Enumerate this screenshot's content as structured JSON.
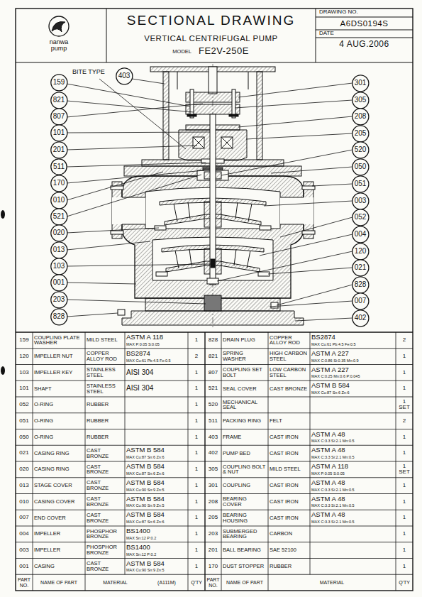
{
  "diagram": {
    "title": "SECTIONAL DRAWING",
    "nodes": [
      {
        "text": [
          "159"
        ]
      },
      {
        "text": [
          "821"
        ]
      },
      {
        "text": [
          "807"
        ]
      },
      {
        "text": [
          "101"
        ]
      },
      {
        "text": [
          "201"
        ]
      },
      {
        "text": [
          "511"
        ]
      },
      {
        "text": [
          "170"
        ]
      },
      {
        "text": [
          "010"
        ]
      },
      {
        "text": [
          "521"
        ]
      },
      {
        "text": [
          "020"
        ]
      },
      {
        "text": [
          "013"
        ]
      },
      {
        "text": [
          "103"
        ]
      },
      {
        "text": [
          "001"
        ]
      },
      {
        "text": [
          "203"
        ]
      },
      {
        "text": [
          "828"
        ]
      },
      {
        "text": [
          "403"
        ]
      },
      {
        "text": [
          "301"
        ]
      },
      {
        "text": [
          "305"
        ]
      },
      {
        "text": [
          "208"
        ]
      },
      {
        "text": [
          "205"
        ]
      },
      {
        "text": [
          "520"
        ]
      },
      {
        "text": [
          "050"
        ]
      },
      {
        "text": [
          "051"
        ]
      },
      {
        "text": [
          "003"
        ]
      },
      {
        "text": [
          "052"
        ]
      },
      {
        "text": [
          "004"
        ]
      },
      {
        "text": [
          "120"
        ]
      },
      {
        "text": [
          "021"
        ]
      },
      {
        "text": [
          "828"
        ]
      },
      {
        "text": [
          "007"
        ]
      },
      {
        "text": [
          "402"
        ]
      }
    ],
    "labels": [
      "nanwa pump",
      "VERTICAL CENTRIFUGAL PUMP",
      "MODEL",
      "FE2V-250E",
      "DRAWING NO.",
      "A6DS0194S",
      "DATE",
      "4 AUG.2006",
      "BITE TYPE",
      "159",
      "COUPLING PLATE WASHER",
      "MILD STEEL",
      "ASTM A 118",
      "MAX P:0.05 S:0.05",
      "1",
      "828",
      "DRAIN PLUG",
      "COPPER ALLOY ROD",
      "BS2874",
      "MAX Cu:61 Pb:4.5 Fe:0.5",
      "2",
      "120",
      "IMPELLER NUT",
      "COPPER ALLOY ROD",
      "BS2874",
      "MAX Cu:61 Pb:4.5 Fe:0.5",
      "2",
      "821",
      "SPRING WASHER",
      "HIGH CARBON STEEL",
      "ASTM A 227",
      "MAX C:0.86 Si:0.35 Mn:0.9",
      "1",
      "103",
      "IMPELLER KEY",
      "STAINLESS STEEL",
      "AISI 304",
      "1",
      "807",
      "COUPLING SET BOLT",
      "LOW CARBON STEEL",
      "ASTM A 227",
      "MAX C:0.25 Mn:0.6 P:0.045",
      "1",
      "101",
      "SHAFT",
      "STAINLESS STEEL",
      "AISI 304",
      "1",
      "521",
      "SEAL COVER",
      "CAST BRONZE",
      "ASTM B 584",
      "MAX Cu:87 Sn:6 Zn:6",
      "1",
      "052",
      "O-RING",
      "RUBBER",
      "1",
      "520",
      "MECHANICAL SEAL",
      "1 SET",
      "051",
      "O-RING",
      "RUBBER",
      "1",
      "511",
      "PACKING RING",
      "FELT",
      "2",
      "050",
      "O-RING",
      "RUBBER",
      "1",
      "403",
      "FRAME",
      "CAST IRON",
      "ASTM A 48",
      "MAX C:3.3 Si:2.1 Mn:0.5",
      "1",
      "021",
      "CASING RING",
      "CAST BRONZE",
      "ASTM B 584",
      "MAX Cu:87 Sn:6 Zn:6",
      "1",
      "402",
      "PUMP BED",
      "CAST IRON",
      "ASTM A 48",
      "MAX C:3.3 Si:2.1 Mn:0.5",
      "1",
      "020",
      "CASING RING",
      "CAST BRONZE",
      "ASTM B 584",
      "MAX Cu:87 Sn:6 Zn:6",
      "1",
      "305",
      "COUPLING BOLT & NUT",
      "MILD STEEL",
      "ASTM A 118",
      "MAX P:0.05 S:0.05",
      "1 SET",
      "013",
      "STAGE COVER",
      "CAST BRONZE",
      "ASTM B 584",
      "MAX Cu:90 Sn:9 Zn:5",
      "1",
      "301",
      "COUPLING",
      "CAST IRON",
      "ASTM A 48",
      "MAX C:3.3 Si:2.1 Mn:0.5",
      "1",
      "010",
      "CASING COVER",
      "CAST BRONZE",
      "ASTM B 584",
      "MAX Cu:90 Sn:9 Zn:5",
      "1",
      "208",
      "BEARING COVER",
      "CAST IRON",
      "ASTM A 48",
      "MAX C:3.3 Si:2.1 Mn:0.5",
      "1",
      "007",
      "END COVER",
      "CAST BRONZE",
      "ASTM B 584",
      "MAX Cu:87 Sn:6 Zn:6",
      "1",
      "205",
      "BEARING HOUSING",
      "CAST IRON",
      "ASTM A 48",
      "MAX C:3.3 Si:2.1 Mn:0.5",
      "1",
      "004",
      "IMPELLER",
      "PHOSPHOR BRONZE",
      "BS1400",
      "MAX Sn:12 P:0.2",
      "1",
      "203",
      "SUBMERGED BEARING",
      "CARBON",
      "1",
      "003",
      "IMPELLER",
      "PHOSPHOR BRONZE",
      "BS1400",
      "MAX Sn:12 P:0.2",
      "1",
      "201",
      "BALL BEARING",
      "SAE 52100",
      "1",
      "001",
      "CASING",
      "CAST BRONZE",
      "ASTM B 584",
      "MAX Cu:90 Sn:9 Zn:5",
      "1",
      "170",
      "DUST STOPPER",
      "RUBBER",
      "1",
      "PART NO.",
      "NAME OF PART",
      "MATERIAL",
      "(A111M)",
      "Q'TY",
      "PART NO.",
      "NAME OF PART",
      "MATERIAL",
      "Q'TY"
    ]
  }
}
